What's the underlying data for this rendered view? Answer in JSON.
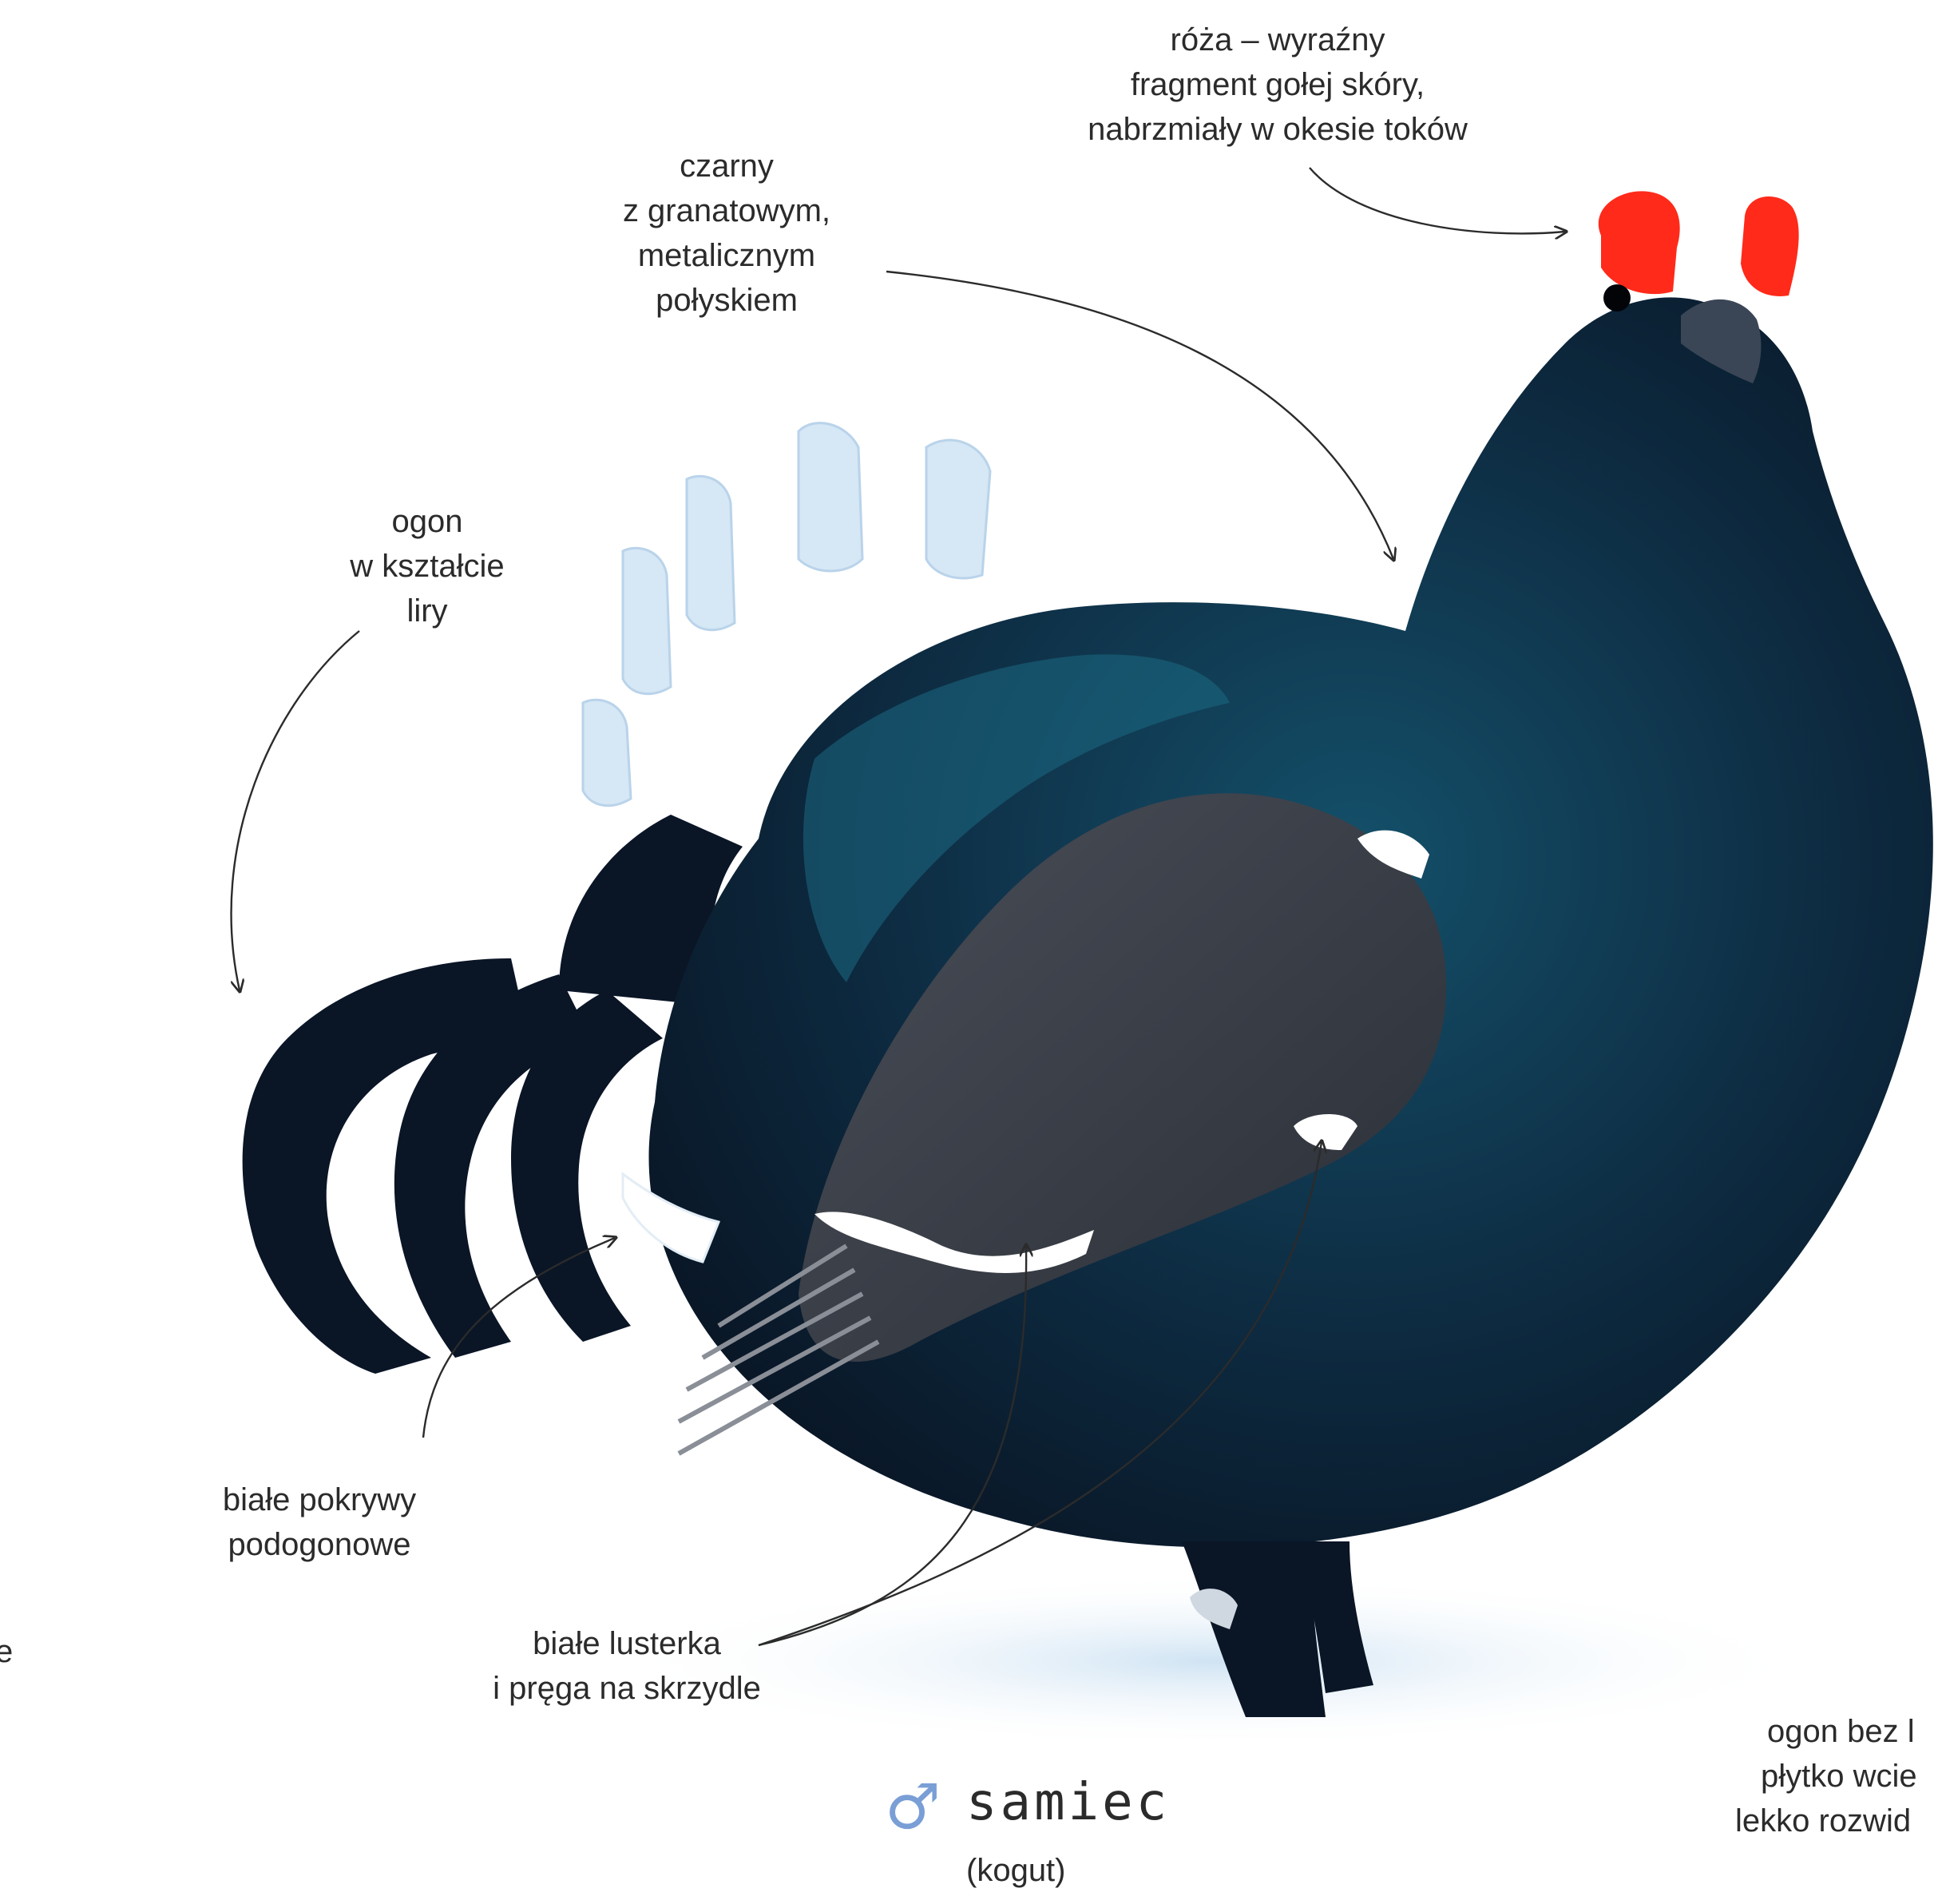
{
  "annotations": {
    "roza": {
      "lines": [
        "róża – wyraźny",
        "fragment gołej skóry,",
        "nabrzmiały w okesie toków"
      ]
    },
    "plumage": {
      "lines": [
        "czarny",
        "z granatowym,",
        "metalicznym",
        "połyskiem"
      ]
    },
    "tail_lyre": {
      "lines": [
        "ogon",
        "w kształcie",
        "liry"
      ]
    },
    "undertail": {
      "lines": [
        "białe pokrywy",
        "podogonowe"
      ]
    },
    "wing_marks": {
      "lines": [
        "białe lusterka",
        "i pręga na skrzydle"
      ]
    },
    "tail_other": {
      "lines": [
        "ogon bez l",
        "płytko wcie",
        "lekko rozwid"
      ]
    },
    "left_edge_fragment": "e"
  },
  "caption": {
    "symbol": "♂",
    "title": "samiec",
    "subtitle": "(kogut)"
  },
  "colors": {
    "body": "#0b1a2e",
    "body_sheen": "#14506a",
    "wing": "#3b3f48",
    "comb": "#ff2a1a",
    "beak": "#3a4656",
    "undertail": "#ffffff",
    "tail_fan": "#cfe2f3",
    "snow": "#d9ebf7",
    "symbol": "#7a9ed6",
    "text": "#2b2b2b"
  }
}
